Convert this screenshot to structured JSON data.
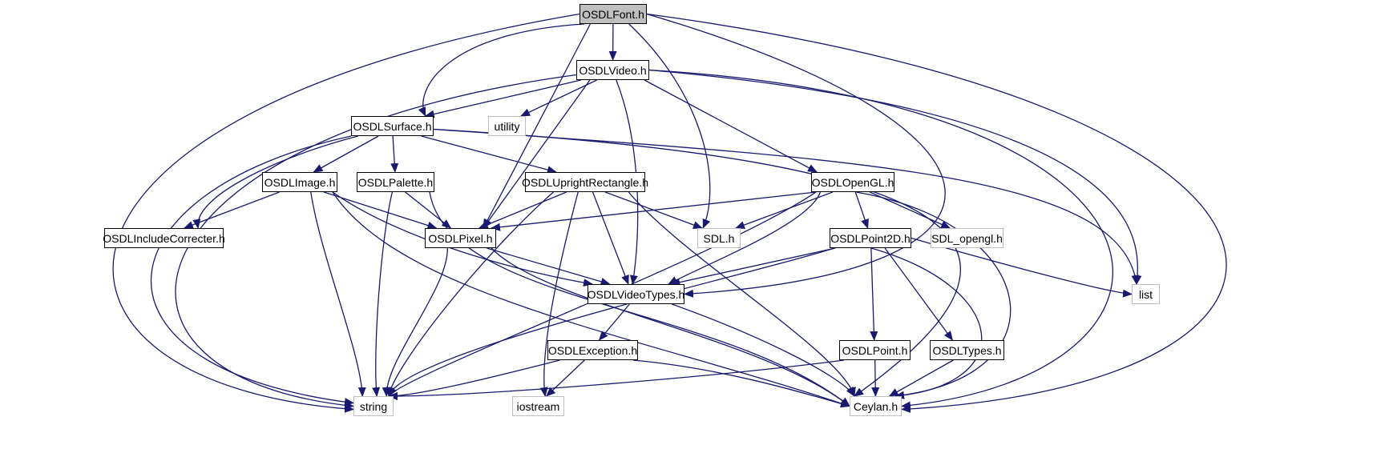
{
  "diagram": {
    "edge_color": "#191970",
    "external_border_color": "#bfbfbf",
    "root_fill_color": "#bfbfbf",
    "nodes": [
      {
        "id": "osdlfont",
        "label": "OSDLFont.h",
        "kind": "root"
      },
      {
        "id": "osdlvideo",
        "label": "OSDLVideo.h",
        "kind": "internal"
      },
      {
        "id": "osdlsurface",
        "label": "OSDLSurface.h",
        "kind": "internal"
      },
      {
        "id": "utility",
        "label": "utility",
        "kind": "external"
      },
      {
        "id": "osdlimage",
        "label": "OSDLImage.h",
        "kind": "internal"
      },
      {
        "id": "osdlpalette",
        "label": "OSDLPalette.h",
        "kind": "internal"
      },
      {
        "id": "osdluprightrectangle",
        "label": "OSDLUprightRectangle.h",
        "kind": "internal"
      },
      {
        "id": "osdlopengl",
        "label": "OSDLOpenGL.h",
        "kind": "internal"
      },
      {
        "id": "osdlincludecorrecter",
        "label": "OSDLIncludeCorrecter.h",
        "kind": "internal"
      },
      {
        "id": "osdlpixel",
        "label": "OSDLPixel.h",
        "kind": "internal"
      },
      {
        "id": "sdl",
        "label": "SDL.h",
        "kind": "external"
      },
      {
        "id": "osdlpoint2d",
        "label": "OSDLPoint2D.h",
        "kind": "internal"
      },
      {
        "id": "sdl_opengl",
        "label": "SDL_opengl.h",
        "kind": "external"
      },
      {
        "id": "osdlvideotypes",
        "label": "OSDLVideoTypes.h",
        "kind": "internal"
      },
      {
        "id": "list",
        "label": "list",
        "kind": "external"
      },
      {
        "id": "osdlexception",
        "label": "OSDLException.h",
        "kind": "internal"
      },
      {
        "id": "osdlpoint",
        "label": "OSDLPoint.h",
        "kind": "internal"
      },
      {
        "id": "osdltypes",
        "label": "OSDLTypes.h",
        "kind": "internal"
      },
      {
        "id": "string",
        "label": "string",
        "kind": "external"
      },
      {
        "id": "iostream",
        "label": "iostream",
        "kind": "external"
      },
      {
        "id": "ceylan",
        "label": "Ceylan.h",
        "kind": "external"
      }
    ],
    "edges": [
      {
        "from": "osdlfont",
        "to": "osdlvideo"
      },
      {
        "from": "osdlfont",
        "to": "osdlsurface"
      },
      {
        "from": "osdlfont",
        "to": "osdlpixel"
      },
      {
        "from": "osdlfont",
        "to": "sdl"
      },
      {
        "from": "osdlfont",
        "to": "osdlvideotypes"
      },
      {
        "from": "osdlfont",
        "to": "string"
      },
      {
        "from": "osdlfont",
        "to": "ceylan"
      },
      {
        "from": "osdlvideo",
        "to": "osdlsurface"
      },
      {
        "from": "osdlvideo",
        "to": "utility"
      },
      {
        "from": "osdlvideo",
        "to": "osdlpixel"
      },
      {
        "from": "osdlvideo",
        "to": "osdlvideotypes"
      },
      {
        "from": "osdlvideo",
        "to": "osdlopengl"
      },
      {
        "from": "osdlvideo",
        "to": "list"
      },
      {
        "from": "osdlvideo",
        "to": "string"
      },
      {
        "from": "osdlvideo",
        "to": "ceylan"
      },
      {
        "from": "osdlsurface",
        "to": "osdlimage"
      },
      {
        "from": "osdlsurface",
        "to": "osdlpalette"
      },
      {
        "from": "osdlsurface",
        "to": "osdluprightrectangle"
      },
      {
        "from": "osdlsurface",
        "to": "osdlincludecorrecter"
      },
      {
        "from": "osdlsurface",
        "to": "list"
      },
      {
        "from": "osdlsurface",
        "to": "string"
      },
      {
        "from": "osdlsurface",
        "to": "ceylan"
      },
      {
        "from": "osdlimage",
        "to": "osdlincludecorrecter"
      },
      {
        "from": "osdlimage",
        "to": "osdlpixel"
      },
      {
        "from": "osdlimage",
        "to": "osdlvideotypes"
      },
      {
        "from": "osdlimage",
        "to": "string"
      },
      {
        "from": "osdlimage",
        "to": "ceylan"
      },
      {
        "from": "osdlpalette",
        "to": "osdlpixel"
      },
      {
        "from": "osdlpalette",
        "to": "string"
      },
      {
        "from": "osdlpalette",
        "to": "ceylan"
      },
      {
        "from": "osdluprightrectangle",
        "to": "osdlpixel"
      },
      {
        "from": "osdluprightrectangle",
        "to": "sdl"
      },
      {
        "from": "osdluprightrectangle",
        "to": "osdlvideotypes"
      },
      {
        "from": "osdluprightrectangle",
        "to": "string"
      },
      {
        "from": "osdluprightrectangle",
        "to": "iostream"
      },
      {
        "from": "osdluprightrectangle",
        "to": "ceylan"
      },
      {
        "from": "osdlopengl",
        "to": "osdlpixel"
      },
      {
        "from": "osdlopengl",
        "to": "sdl"
      },
      {
        "from": "osdlopengl",
        "to": "osdlpoint2d"
      },
      {
        "from": "osdlopengl",
        "to": "sdl_opengl"
      },
      {
        "from": "osdlopengl",
        "to": "osdlvideotypes"
      },
      {
        "from": "osdlopengl",
        "to": "string"
      },
      {
        "from": "osdlopengl",
        "to": "ceylan"
      },
      {
        "from": "osdlpixel",
        "to": "osdlvideotypes"
      },
      {
        "from": "osdlpixel",
        "to": "string"
      },
      {
        "from": "osdlpixel",
        "to": "ceylan"
      },
      {
        "from": "osdlpoint2d",
        "to": "osdlvideotypes"
      },
      {
        "from": "osdlpoint2d",
        "to": "list"
      },
      {
        "from": "osdlpoint2d",
        "to": "osdlpoint"
      },
      {
        "from": "osdlpoint2d",
        "to": "osdltypes"
      },
      {
        "from": "osdlpoint2d",
        "to": "string"
      },
      {
        "from": "osdlpoint2d",
        "to": "ceylan"
      },
      {
        "from": "osdlvideotypes",
        "to": "osdlexception"
      },
      {
        "from": "osdlvideotypes",
        "to": "ceylan"
      },
      {
        "from": "osdlexception",
        "to": "string"
      },
      {
        "from": "osdlexception",
        "to": "iostream"
      },
      {
        "from": "osdlexception",
        "to": "ceylan"
      },
      {
        "from": "osdlpoint",
        "to": "string"
      },
      {
        "from": "osdlpoint",
        "to": "ceylan"
      },
      {
        "from": "osdltypes",
        "to": "ceylan"
      }
    ]
  }
}
